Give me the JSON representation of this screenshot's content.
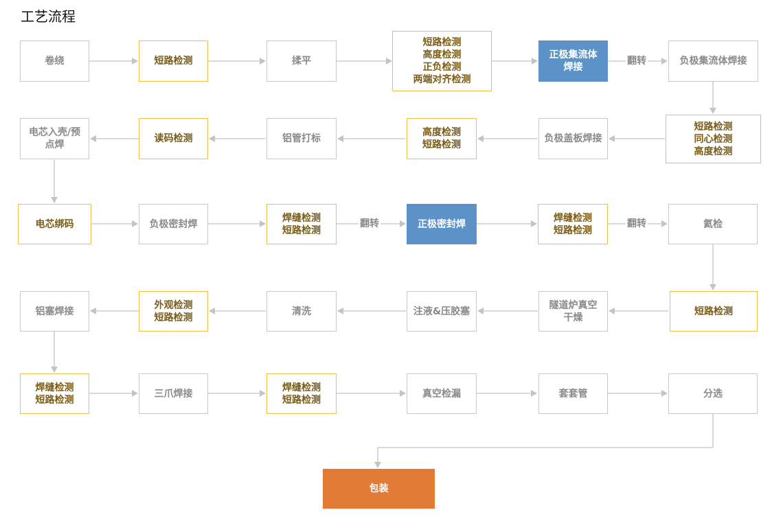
{
  "title": "工艺流程",
  "colors": {
    "plain_border": "#c8c8c8",
    "plain_text": "#8a8a8a",
    "check_border": "#f0c040",
    "check_text": "#7a5c16",
    "blue": "#5b93c8",
    "orange": "#e27b35",
    "line": "#c4c4c4"
  },
  "nodes": {
    "n1": "卷绕",
    "n2": "短路检测",
    "n3": "揉平",
    "n4": "短路检测\n高度检测\n正负检测\n两端对齐检测",
    "n5": "正极集流体\n焊接",
    "n6": "负极集流体焊接",
    "n7": "短路检测\n同心检测\n高度检测",
    "n8": "负极盖板焊接",
    "n9": "高度检测\n短路检测",
    "n10": "铝管打标",
    "n11": "读码检测",
    "n12": "电芯入壳/预\n点焊",
    "n13": "电芯绑码",
    "n14": "负极密封焊",
    "n15": "焊缝检测\n短路检测",
    "n16": "正极密封焊",
    "n17": "焊缝检测\n短路检测",
    "n18": "氦检",
    "n19": "短路检测",
    "n20": "隧道炉真空\n干燥",
    "n21": "注液&压胶塞",
    "n22": "清洗",
    "n23": "外观检测\n短路检测",
    "n24": "铝塞焊接",
    "n25": "焊缝检测\n短路检测",
    "n26": "三爪焊接",
    "n27": "焊缝检测\n短路检测",
    "n28": "真空检漏",
    "n29": "套套管",
    "n30": "分选",
    "n31": "包装"
  },
  "edge_labels": {
    "flip1": "翻转",
    "flip2": "翻转",
    "flip3": "翻转"
  }
}
